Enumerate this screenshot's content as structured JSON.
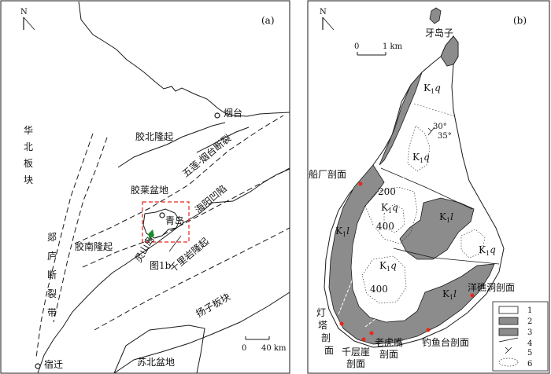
{
  "panel_a": {
    "label": "(a)",
    "north": "N",
    "scale_zero": "0",
    "scale_dist": "40 km",
    "places": {
      "yantai": "烟台",
      "qingdao": "青岛",
      "suqian": "宿迁",
      "lingshan": "灵山岛",
      "figref": "图1b"
    },
    "units": {
      "huabei": [
        "华",
        "北",
        "板",
        "块"
      ],
      "tanlu": [
        "郯",
        "庐",
        "断",
        "裂",
        "带"
      ],
      "jiaobei": "胶北隆起",
      "jiaolai": "胶莱盆地",
      "wulian": "五莲-烟台断裂",
      "haiyang": "海阳凹陷",
      "jiaonan": "胶南隆起",
      "qianli": "千里岩隆起",
      "yangzi": "扬子板块",
      "subei": "苏北盆地"
    }
  },
  "panel_b": {
    "label": "(b)",
    "north": "N",
    "scale_zero": "0",
    "scale_dist": "1 km",
    "island": "牙岛子",
    "formations": {
      "q_pre": "K",
      "q_sub": "1",
      "q_suf": "q",
      "l_pre": "K",
      "l_sub": "1",
      "l_suf": "l"
    },
    "contours": [
      "200",
      "400",
      "400"
    ],
    "dips": [
      "30°",
      "35°"
    ],
    "sections": {
      "chuanchang": "船厂剖面",
      "yangjiaodong": "洋礁洞剖面",
      "dengta": [
        "灯",
        "塔",
        "剖",
        "面"
      ],
      "qiancengya": [
        "千层崖",
        "剖面"
      ],
      "laohuzui": [
        "老虎嘴",
        "剖面"
      ],
      "diaoyutai": "钓鱼台剖面"
    },
    "legend": [
      "1",
      "2",
      "3",
      "4",
      "5",
      "6"
    ]
  },
  "colors": {
    "line": "#1a1a1a",
    "fm_l_fill": "#8c8c8c",
    "section_dot": "#e8261c",
    "highlight_box": "#e8261c",
    "lingshan_fill": "#1a8c2e"
  }
}
